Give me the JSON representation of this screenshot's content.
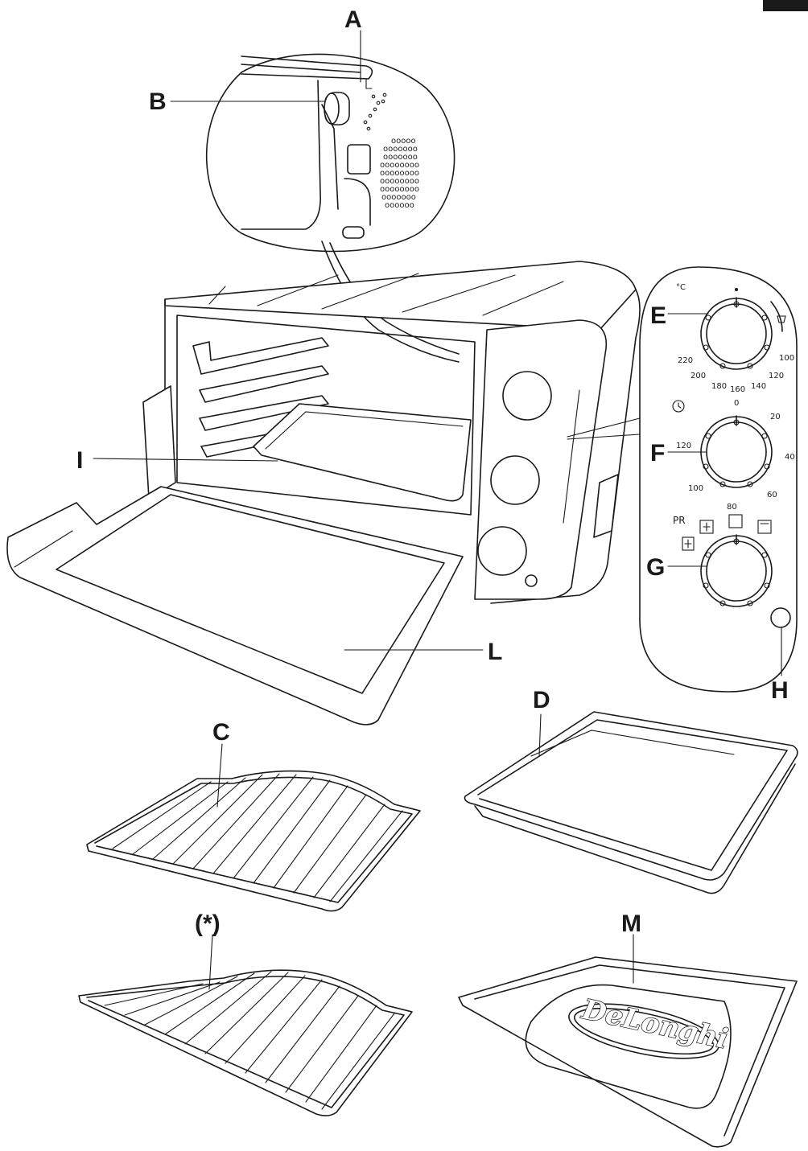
{
  "labels": {
    "A": "A",
    "B": "B",
    "C": "C",
    "D": "D",
    "E": "E",
    "F": "F",
    "G": "G",
    "H": "H",
    "I": "I",
    "L": "L",
    "M": "M",
    "star": "(*)"
  },
  "dial_marks": {
    "celsius": "°C",
    "t220": "220",
    "t200": "200",
    "t180": "180",
    "t160": "160",
    "t140": "140",
    "t120": "120",
    "t100": "100",
    "m0": "0",
    "m20": "20",
    "m40": "40",
    "m60": "60",
    "m80": "80",
    "m100": "100",
    "m120": "120",
    "pr": "PR"
  },
  "brand": "DeLonghi",
  "icons": [
    "clock-icon",
    "fan-icon",
    "oven-icon",
    "grill-icon",
    "defrost-icon",
    "pot-icon"
  ]
}
